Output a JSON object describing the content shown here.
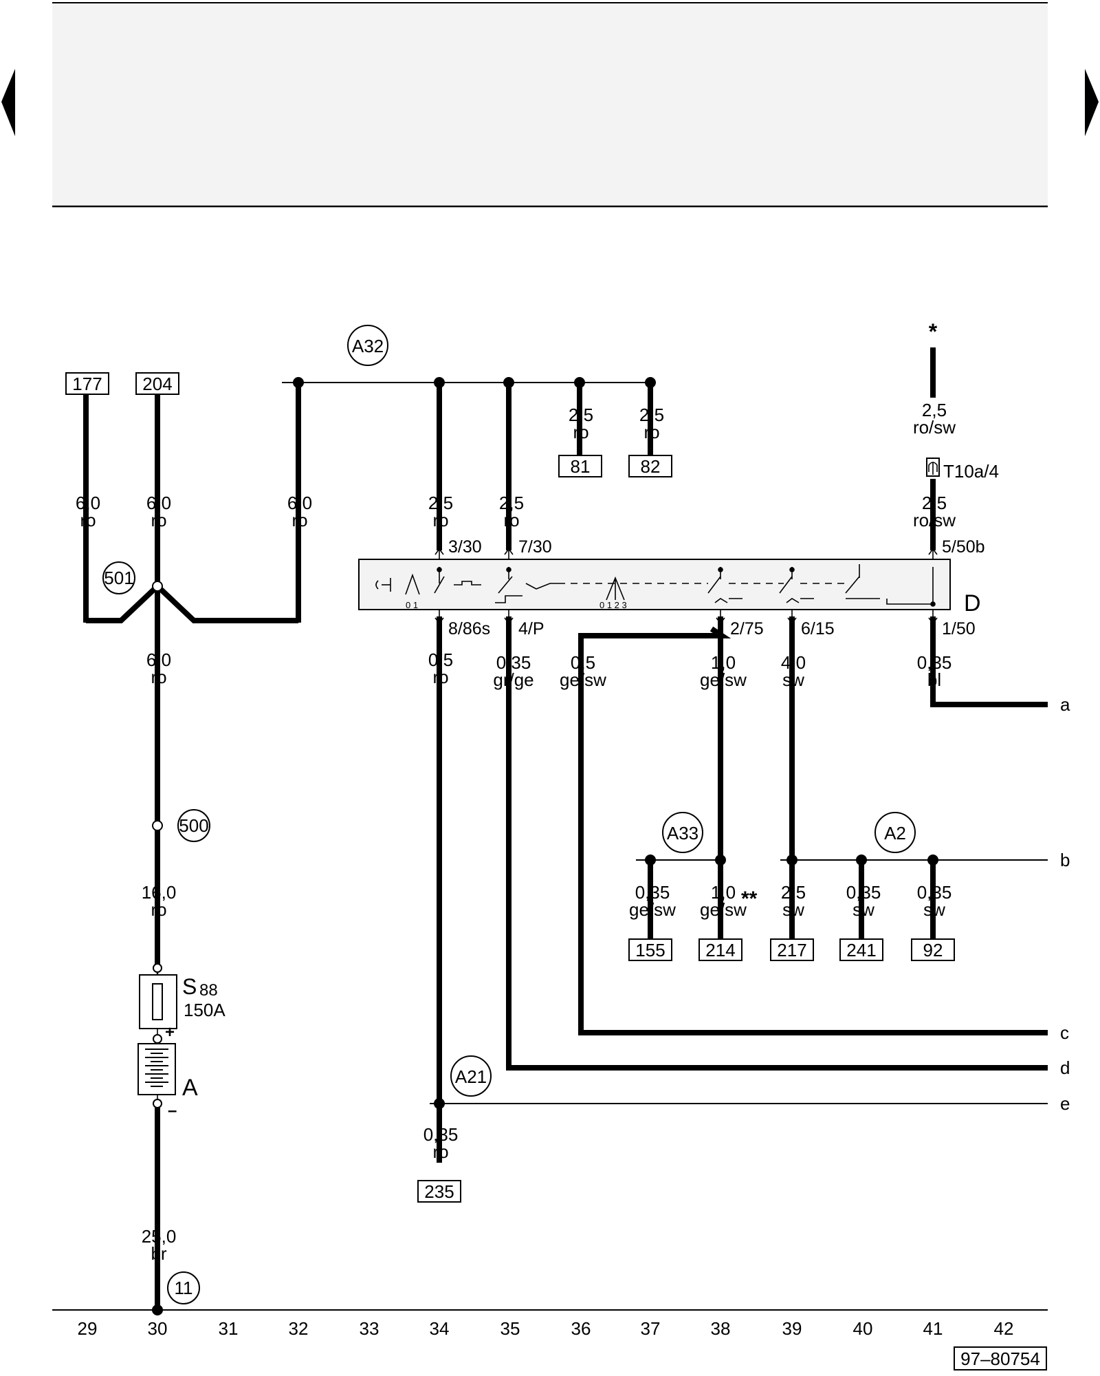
{
  "colors": {
    "ink": "#000000",
    "header_fill": "#f3f3f3",
    "paper": "#ffffff"
  },
  "navigation": {
    "prev_icon": "triangle-left-icon",
    "next_icon": "triangle-right-icon"
  },
  "diagram_id": "97–80754",
  "component_d": "D",
  "battery": {
    "label": "A",
    "plus": "+",
    "minus": "–"
  },
  "fuse": {
    "name": "S",
    "number": "88",
    "rating": "150A"
  },
  "connector": "T10a/4",
  "markers": {
    "star": "*",
    "double_star": "**"
  },
  "column_numbers": [
    "29",
    "30",
    "31",
    "32",
    "33",
    "34",
    "35",
    "36",
    "37",
    "38",
    "39",
    "40",
    "41",
    "42"
  ],
  "ref_boxes": [
    "177",
    "204",
    "81",
    "82",
    "155",
    "214",
    "217",
    "241",
    "92",
    "235"
  ],
  "ground_points": [
    "501",
    "500",
    "11"
  ],
  "connections": [
    "A32",
    "A33",
    "A2",
    "A21"
  ],
  "edge_labels": [
    "a",
    "b",
    "c",
    "d",
    "e"
  ],
  "pins": [
    "3/30",
    "7/30",
    "5/50b",
    "8/86s",
    "4/P",
    "2/75",
    "6/15",
    "1/50"
  ],
  "switch_positions": {
    "left": "0 1",
    "right": "0 1 2 3"
  },
  "wires": [
    {
      "size": "6,0",
      "color": "ro"
    },
    {
      "size": "6,0",
      "color": "ro"
    },
    {
      "size": "6,0",
      "color": "ro"
    },
    {
      "size": "2,5",
      "color": "ro"
    },
    {
      "size": "2,5",
      "color": "ro"
    },
    {
      "size": "2,5",
      "color": "ro"
    },
    {
      "size": "2,5",
      "color": "ro"
    },
    {
      "size": "2,5",
      "color": "ro/sw"
    },
    {
      "size": "2,5",
      "color": "ro/sw"
    },
    {
      "size": "6,0",
      "color": "ro"
    },
    {
      "size": "0,5",
      "color": "ro"
    },
    {
      "size": "0,35",
      "color": "gr/ge"
    },
    {
      "size": "0,5",
      "color": "ge/sw"
    },
    {
      "size": "1,0",
      "color": "ge/sw"
    },
    {
      "size": "4,0",
      "color": "sw"
    },
    {
      "size": "0,35",
      "color": "bl"
    },
    {
      "size": "16,0",
      "color": "ro"
    },
    {
      "size": "0,35",
      "color": "ge/sw"
    },
    {
      "size": "1,0",
      "color": "ge/sw"
    },
    {
      "size": "2,5",
      "color": "sw"
    },
    {
      "size": "0,35",
      "color": "sw"
    },
    {
      "size": "0,35",
      "color": "sw"
    },
    {
      "size": "0,35",
      "color": "ro"
    },
    {
      "size": "25,0",
      "color": "br"
    }
  ]
}
